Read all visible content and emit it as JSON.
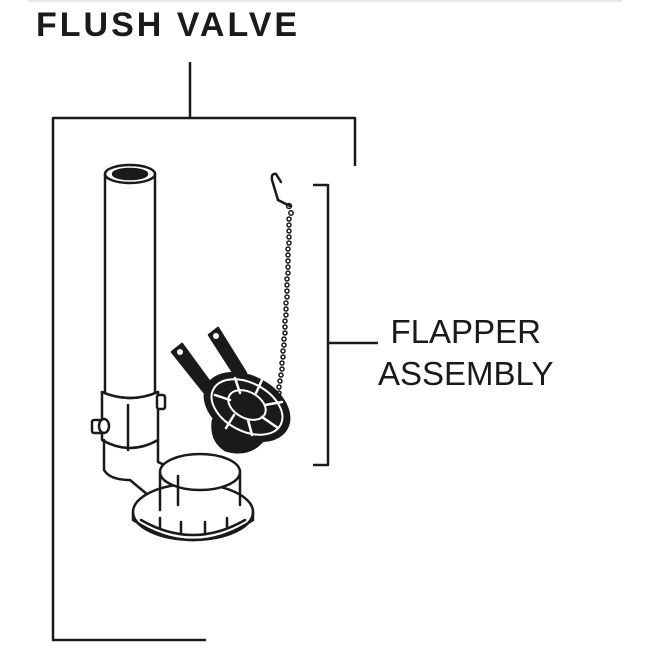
{
  "diagram": {
    "title": "FLUSH VALVE",
    "callout": {
      "line1": "FLAPPER",
      "line2": "ASSEMBLY"
    },
    "parts": [
      {
        "name": "flush-valve",
        "label": "FLUSH VALVE",
        "includes": [
          "overflow-tube",
          "valve-base",
          "flapper-assembly"
        ]
      },
      {
        "name": "flapper-assembly",
        "label": "FLAPPER ASSEMBLY",
        "includes": [
          "hook",
          "chain",
          "flapper"
        ]
      }
    ],
    "colors": {
      "line": "#1a1a1a",
      "background": "#ffffff"
    }
  }
}
